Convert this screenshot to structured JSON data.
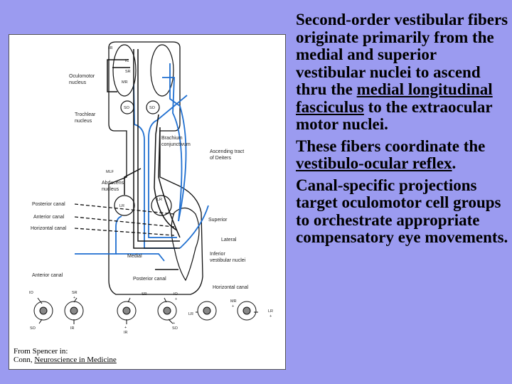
{
  "figure": {
    "labels": {
      "ir": "IR",
      "ic": "IC",
      "sr": "SR",
      "mr": "MR",
      "oculomotor": [
        "Oculomotor",
        "nucleus"
      ],
      "trochlear": [
        "Trochlear",
        "nucleus"
      ],
      "so": "SO",
      "brachium": [
        "Brachium",
        "conjunctivum"
      ],
      "ascending": [
        "Ascending tract",
        "of Deiters"
      ],
      "mlf": "MLF",
      "abducens": [
        "Abducens",
        "nucleus"
      ],
      "lr": "LR",
      "posterior_canal": "Posterior canal",
      "anterior_canal": "Anterior canal",
      "horizontal_canal": "Horizontal canal",
      "superior": "Superior",
      "lateral": "Lateral",
      "medial": "Medial",
      "inferior": [
        "Inferior",
        "vestibular nuclei"
      ],
      "bottom_anterior": "Anterior canal",
      "bottom_posterior": "Posterior canal",
      "bottom_horizontal": "Horizontal canal",
      "io": "IO",
      "plus": "+"
    },
    "credit_line1": "From Spencer in:",
    "credit_line2_prefix": "Conn, ",
    "credit_line2_link": "Neuroscience in Medicine",
    "colors": {
      "blue_path": "#1f6fd0",
      "black_path": "#111111"
    }
  },
  "text": {
    "p1_a": "Second-order vestibular fibers originate primarily from the medial and superior vestibular nuclei to ascend thru the ",
    "p1_u": "medial longitudinal fasciculus",
    "p1_b": " to the extraocular motor nuclei.",
    "p2_a": "These fibers coordinate the ",
    "p2_u": "vestibulo-ocular reflex",
    "p2_b": ".",
    "p3": "Canal-specific projections target oculomotor cell groups to orchestrate appropriate compensatory eye movements."
  }
}
